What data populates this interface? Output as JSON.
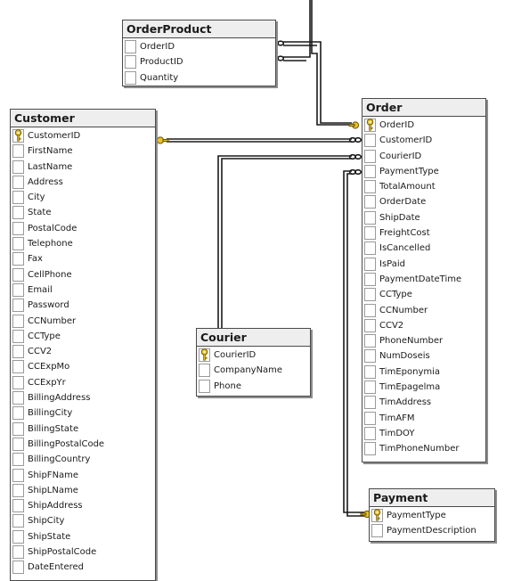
{
  "tables": {
    "orderproduct": {
      "title": "OrderProduct",
      "columns": [
        {
          "name": "OrderID",
          "pk": false
        },
        {
          "name": "ProductID",
          "pk": false
        },
        {
          "name": "Quantity",
          "pk": false
        }
      ]
    },
    "customer": {
      "title": "Customer",
      "columns": [
        {
          "name": "CustomerID",
          "pk": true
        },
        {
          "name": "FirstName",
          "pk": false
        },
        {
          "name": "LastName",
          "pk": false
        },
        {
          "name": "Address",
          "pk": false
        },
        {
          "name": "City",
          "pk": false
        },
        {
          "name": "State",
          "pk": false
        },
        {
          "name": "PostalCode",
          "pk": false
        },
        {
          "name": "Telephone",
          "pk": false
        },
        {
          "name": "Fax",
          "pk": false
        },
        {
          "name": "CellPhone",
          "pk": false
        },
        {
          "name": "Email",
          "pk": false
        },
        {
          "name": "Password",
          "pk": false
        },
        {
          "name": "CCNumber",
          "pk": false
        },
        {
          "name": "CCType",
          "pk": false
        },
        {
          "name": "CCV2",
          "pk": false
        },
        {
          "name": "CCExpMo",
          "pk": false
        },
        {
          "name": "CCExpYr",
          "pk": false
        },
        {
          "name": "BillingAddress",
          "pk": false
        },
        {
          "name": "BillingCity",
          "pk": false
        },
        {
          "name": "BillingState",
          "pk": false
        },
        {
          "name": "BillingPostalCode",
          "pk": false
        },
        {
          "name": "BillingCountry",
          "pk": false
        },
        {
          "name": "ShipFName",
          "pk": false
        },
        {
          "name": "ShipLName",
          "pk": false
        },
        {
          "name": "ShipAddress",
          "pk": false
        },
        {
          "name": "ShipCity",
          "pk": false
        },
        {
          "name": "ShipState",
          "pk": false
        },
        {
          "name": "ShipPostalCode",
          "pk": false
        },
        {
          "name": "DateEntered",
          "pk": false
        }
      ]
    },
    "courier": {
      "title": "Courier",
      "columns": [
        {
          "name": "CourierID",
          "pk": true
        },
        {
          "name": "CompanyName",
          "pk": false
        },
        {
          "name": "Phone",
          "pk": false
        }
      ]
    },
    "order": {
      "title": "Order",
      "columns": [
        {
          "name": "OrderID",
          "pk": true
        },
        {
          "name": "CustomerID",
          "pk": false
        },
        {
          "name": "CourierID",
          "pk": false
        },
        {
          "name": "PaymentType",
          "pk": false
        },
        {
          "name": "TotalAmount",
          "pk": false
        },
        {
          "name": "OrderDate",
          "pk": false
        },
        {
          "name": "ShipDate",
          "pk": false
        },
        {
          "name": "FreightCost",
          "pk": false
        },
        {
          "name": "IsCancelled",
          "pk": false
        },
        {
          "name": "IsPaid",
          "pk": false
        },
        {
          "name": "PaymentDateTime",
          "pk": false
        },
        {
          "name": "CCType",
          "pk": false
        },
        {
          "name": "CCNumber",
          "pk": false
        },
        {
          "name": "CCV2",
          "pk": false
        },
        {
          "name": "PhoneNumber",
          "pk": false
        },
        {
          "name": "NumDoseis",
          "pk": false
        },
        {
          "name": "TimEponymia",
          "pk": false
        },
        {
          "name": "TimEpagelma",
          "pk": false
        },
        {
          "name": "TimAddress",
          "pk": false
        },
        {
          "name": "TimAFM",
          "pk": false
        },
        {
          "name": "TimDOY",
          "pk": false
        },
        {
          "name": "TimPhoneNumber",
          "pk": false
        }
      ]
    },
    "payment": {
      "title": "Payment",
      "columns": [
        {
          "name": "PaymentType",
          "pk": true
        },
        {
          "name": "PaymentDescription",
          "pk": false
        }
      ]
    }
  },
  "icons": {
    "primary_key": "key-icon",
    "many_end": "infinity-icon",
    "one_end": "key-icon"
  },
  "colors": {
    "key": "#e8c22a",
    "line": "#1a1a1a",
    "border": "#4a4a4a"
  }
}
